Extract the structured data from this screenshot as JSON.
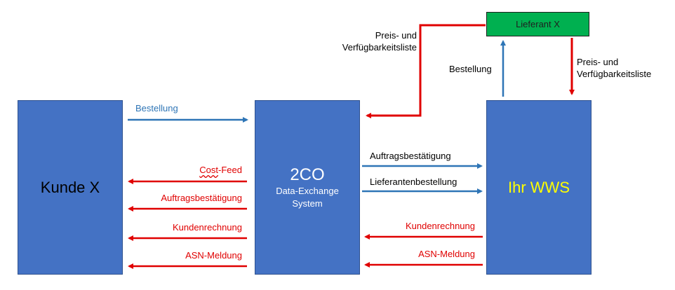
{
  "boxes": {
    "kunde": {
      "name": "Kunde X"
    },
    "co": {
      "name": "2CO",
      "sub_line1": "Data-Exchange",
      "sub_line2": "System"
    },
    "wws": {
      "name": "Ihr WWS"
    },
    "lieferant": {
      "name": "Lieferant X"
    }
  },
  "labels": {
    "bestellung_kunde": "Bestellung",
    "cost_feed_underlined": "Cost",
    "cost_feed_rest": "-Feed",
    "auftragsbestaetigung_kunde": "Auftragsbestätigung",
    "kundenrechnung_kunde": "Kundenrechnung",
    "asn_kunde": "ASN-Meldung",
    "auftragsbestaetigung_wws": "Auftragsbestätigung",
    "lieferantenbestellung_wws": "Lieferantenbestellung",
    "kundenrechnung_wws": "Kundenrechnung",
    "asn_wws": "ASN-Meldung",
    "preis_left_line1": "Preis- und",
    "preis_left_line2": "Verfügbarkeitsliste",
    "bestellung_lieferant": "Bestellung",
    "preis_right_line1": "Preis- und",
    "preis_right_line2": "Verfügbarkeitsliste"
  },
  "colors": {
    "box_blue": "#4472c4",
    "arrow_blue": "#2e75b6",
    "arrow_red": "#e00000",
    "lieferant_green": "#00b050",
    "wws_text_yellow": "#ffff00"
  }
}
